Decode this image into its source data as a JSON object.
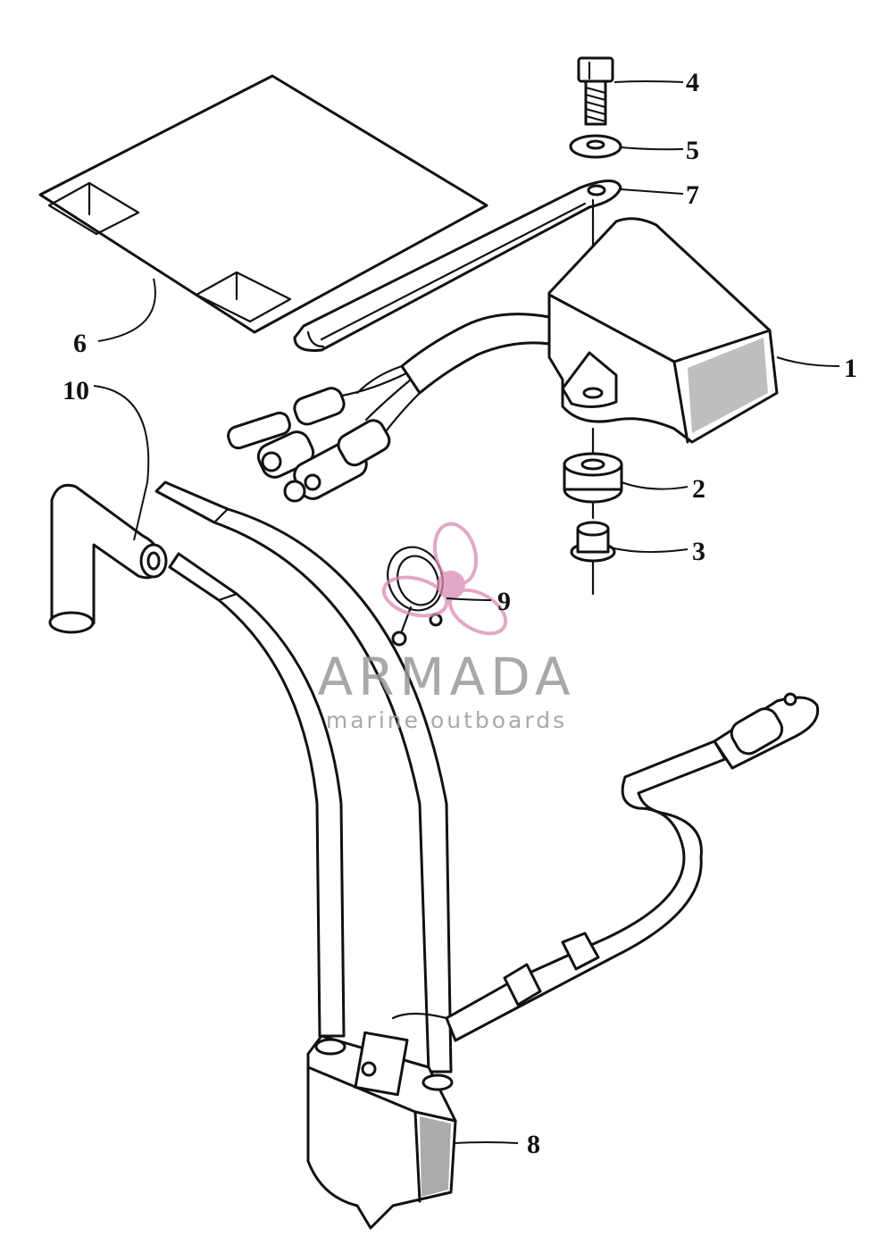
{
  "callouts": {
    "c1": "1",
    "c2": "2",
    "c3": "3",
    "c4": "4",
    "c5": "5",
    "c6": "6",
    "c7": "7",
    "c8": "8",
    "c9": "9",
    "c10": "10"
  },
  "watermark": {
    "title": "ARMADA",
    "subtitle": "marine outboards",
    "logo_color": "#d98cb3"
  },
  "colors": {
    "ink": "#111111",
    "background": "#ffffff",
    "watermark_text": "#9a9a9a"
  }
}
